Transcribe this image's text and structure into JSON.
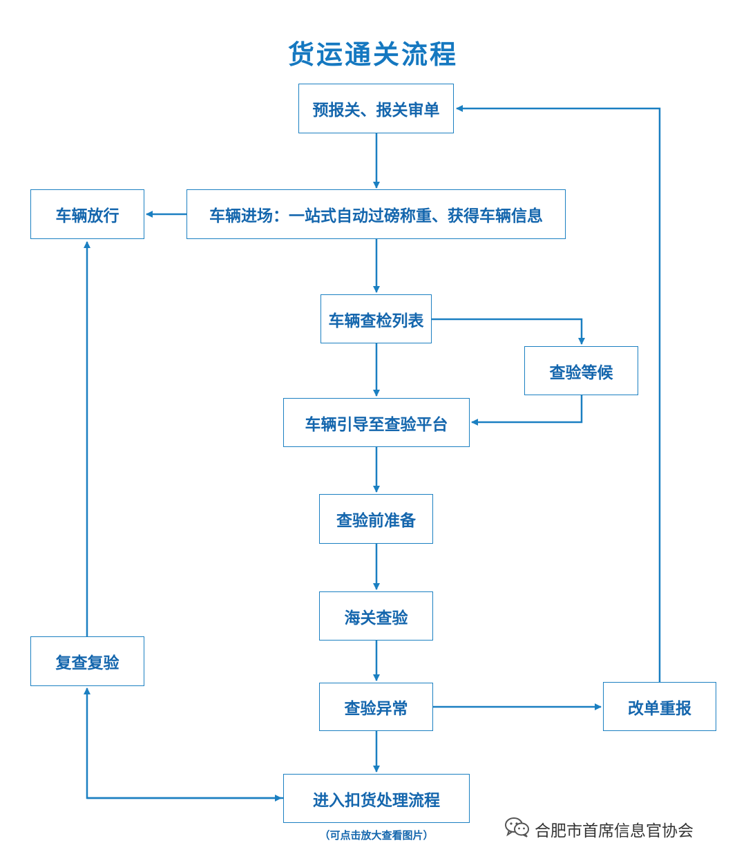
{
  "title": "货运通关流程",
  "nodes": {
    "predeclare": "预报关、报关审单",
    "vehicle_entry": "车辆进场：一站式自动过磅称重、获得车辆信息",
    "vehicle_release": "车辆放行",
    "inspection_list": "车辆查检列表",
    "inspection_wait": "查验等候",
    "guide_to_platform": "车辆引导至查验平台",
    "pre_inspection_prep": "查验前准备",
    "customs_inspection": "海关查验",
    "inspection_abnormal": "查验异常",
    "amend_redeclare": "改单重报",
    "reinspection": "复查复验",
    "detention_process": "进入扣货处理流程"
  },
  "note": "（可点击放大查看图片）",
  "watermark": "合肥市首席信息官协会",
  "colors": {
    "accent": "#1a7fc1",
    "text": "#1466ad"
  },
  "icons": {
    "watermark": "wechat-icon"
  }
}
